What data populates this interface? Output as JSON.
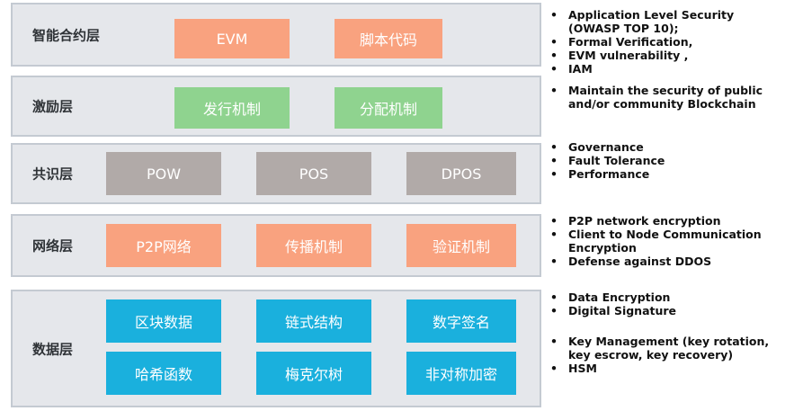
{
  "layers": [
    {
      "label": "智能合约层",
      "boxes": [
        "EVM",
        "脚本代码"
      ],
      "color": "#f9a27f",
      "notes": [
        [
          "Application Level Security",
          "(OWASP TOP 10);"
        ],
        [
          "Formal Verification,"
        ],
        [
          "EVM vulnerability ,"
        ],
        [
          "IAM"
        ]
      ]
    },
    {
      "label": "激励层",
      "boxes": [
        "发行机制",
        "分配机制"
      ],
      "color": "#8fd38f",
      "notes": [
        [
          "Maintain the security of public",
          "and/or community Blockchain"
        ]
      ]
    },
    {
      "label": "共识层",
      "boxes": [
        "POW",
        "POS",
        "DPOS"
      ],
      "color": "#b1aaa8",
      "notes": [
        [
          "Governance"
        ],
        [
          "Fault Tolerance"
        ],
        [
          "Performance"
        ]
      ]
    },
    {
      "label": "网络层",
      "boxes": [
        "P2P网络",
        "传播机制",
        "验证机制"
      ],
      "color": "#f9a27f",
      "notes": [
        [
          "P2P network encryption"
        ],
        [
          "Client to Node Communication",
          "Encryption"
        ],
        [
          "Defense against DDOS"
        ]
      ]
    },
    {
      "label": "数据层",
      "boxes": [
        "区块数据",
        "链式结构",
        "数字签名",
        "哈希函数",
        "梅克尔树",
        "非对称加密"
      ],
      "color": "#1ab0dd",
      "notes": [
        [
          "Data Encryption"
        ],
        [
          "Digital Signature"
        ],
        [
          "Key Management (key rotation,",
          "key escrow, key recovery)"
        ],
        [
          "HSM"
        ]
      ]
    }
  ]
}
